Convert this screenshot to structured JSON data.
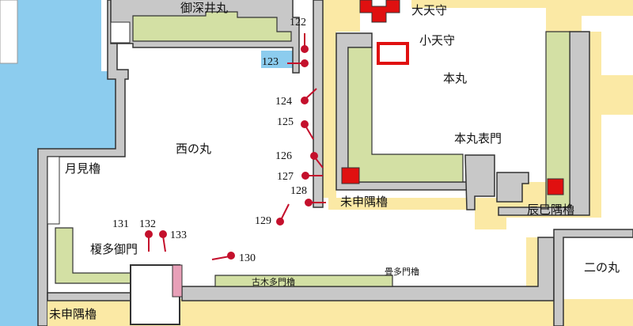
{
  "labels": {
    "ofukei_maru": "御深井丸",
    "daitenshu": "大天守",
    "kotenshu": "小天守",
    "honmaru": "本丸",
    "nishinomaru": "西の丸",
    "tsukimi_yagura": "月見櫓",
    "honmaru_omotemon": "本丸表門",
    "hitsujisaru_yagura_inner": "未申隅櫓",
    "tatsumi_yagura": "辰巳隅櫓",
    "enoki_tamon": "榎多御門",
    "furuki_tamon_yagura": "古木多門櫓",
    "tatami_tamon_yagura": "畳多門櫓",
    "ninomaru": "二の丸",
    "hitsujisaru_yagura_outer": "未申隅櫓"
  },
  "markers": [
    "122",
    "123",
    "124",
    "125",
    "126",
    "127",
    "128",
    "129",
    "130",
    "131",
    "132",
    "133"
  ],
  "colors": {
    "water": "#8cccee",
    "moat": "#fbe9a5",
    "grass": "#d3e0a4",
    "marker": "#c4102c",
    "tower": "#e01010",
    "gate": "#e8a0b8"
  }
}
